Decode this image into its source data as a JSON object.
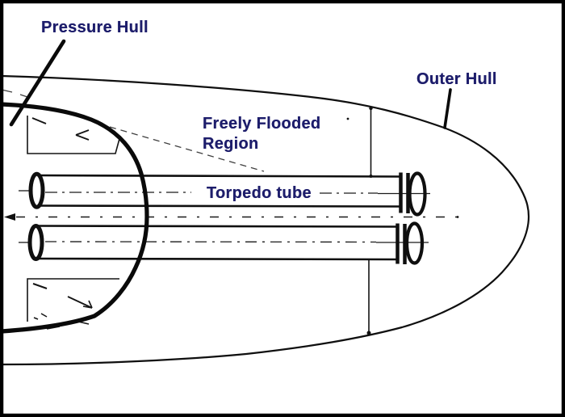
{
  "diagram": {
    "labels": {
      "pressure_hull": "Pressure Hull",
      "outer_hull": "Outer Hull",
      "freely_flooded_line1": "Freely Flooded",
      "freely_flooded_line2": "Region",
      "torpedo_tube": "Torpedo tube"
    },
    "colors": {
      "ink": "#0f0f0f",
      "label_text": "#1d1d6b",
      "background": "#ffffff",
      "border": "#000000"
    }
  }
}
